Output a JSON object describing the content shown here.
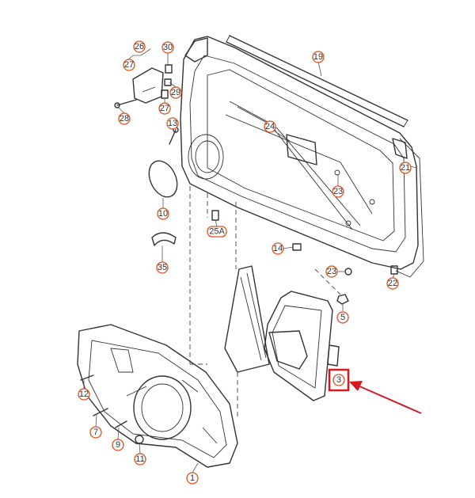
{
  "diagram": {
    "callouts": [
      {
        "id": "c26",
        "label": "26"
      },
      {
        "id": "c30",
        "label": "30"
      },
      {
        "id": "c27a",
        "label": "27"
      },
      {
        "id": "c29",
        "label": "29"
      },
      {
        "id": "c27b",
        "label": "27"
      },
      {
        "id": "c28",
        "label": "28"
      },
      {
        "id": "c13",
        "label": "13"
      },
      {
        "id": "c19",
        "label": "19"
      },
      {
        "id": "c24",
        "label": "24"
      },
      {
        "id": "c21",
        "label": "21"
      },
      {
        "id": "c23a",
        "label": "23"
      },
      {
        "id": "c10",
        "label": "10"
      },
      {
        "id": "c25a",
        "label": "25A"
      },
      {
        "id": "c35",
        "label": "35"
      },
      {
        "id": "c14",
        "label": "14"
      },
      {
        "id": "c23b",
        "label": "23"
      },
      {
        "id": "c22",
        "label": "22"
      },
      {
        "id": "c5",
        "label": "5"
      },
      {
        "id": "c3",
        "label": "3"
      },
      {
        "id": "c12",
        "label": "12"
      },
      {
        "id": "c7",
        "label": "7"
      },
      {
        "id": "c9",
        "label": "9"
      },
      {
        "id": "c11",
        "label": "11"
      },
      {
        "id": "c1",
        "label": "1"
      }
    ],
    "highlight_color": "#d71920",
    "callout_color": "#d9531e",
    "highlighted_part": "3"
  }
}
